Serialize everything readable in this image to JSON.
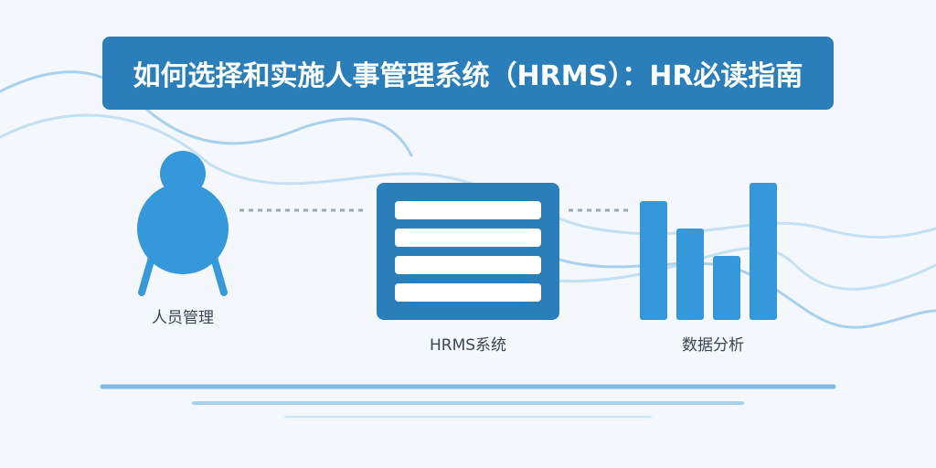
{
  "title": "如何选择和实施人事管理系统（HRMS）：HR必读指南",
  "labels": {
    "people": "人员管理",
    "hrms": "HRMS系统",
    "analytics": "数据分析"
  },
  "icons": {
    "people": "person-icon",
    "hrms": "document-list-icon",
    "analytics": "bar-chart-icon"
  },
  "colors": {
    "banner": "#2a7fba",
    "accent": "#3498db",
    "background": "#f4f7fb",
    "wave": "#a9d1ee"
  }
}
